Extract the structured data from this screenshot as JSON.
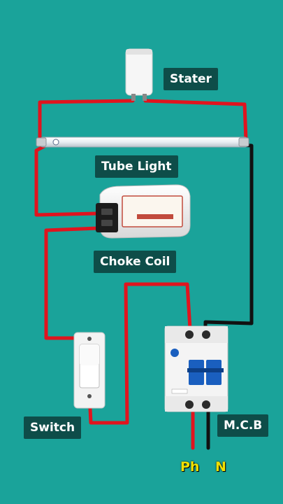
{
  "labels": {
    "stater": "Stater",
    "tube_light": "Tube Light",
    "choke_coil": "Choke Coil",
    "switch": "Switch",
    "mcb": "M.C.B",
    "phase": "Ph",
    "neutral": "N"
  },
  "colors": {
    "background": "#1aa39a",
    "label_bg": "#0e4d49",
    "live_wire": "#e0141e",
    "neutral_wire": "#111111",
    "terminal_text": "#f0e000"
  }
}
